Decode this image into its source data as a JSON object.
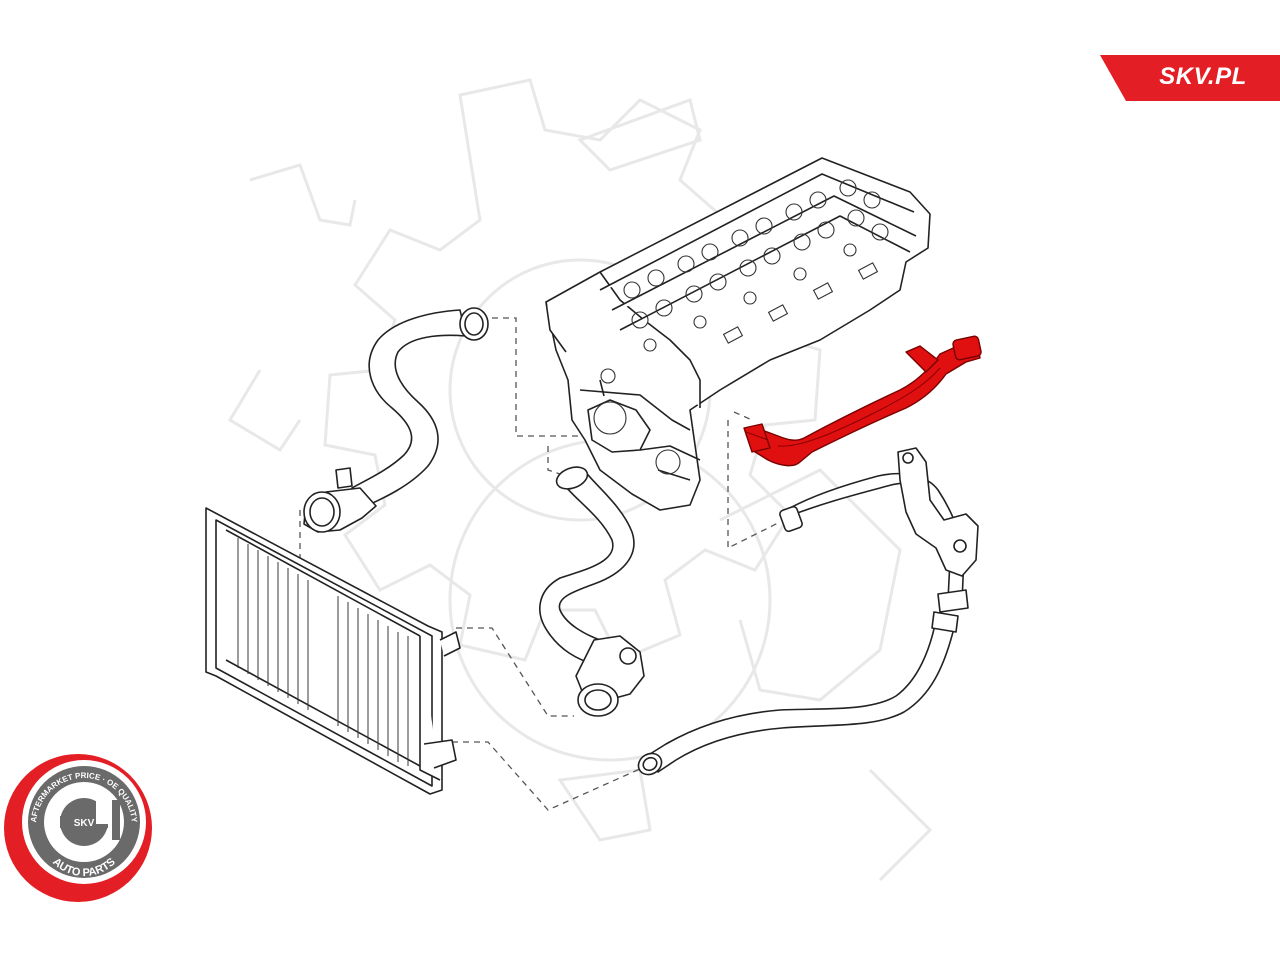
{
  "brand": {
    "site_label": "SKV.PL",
    "tab_color": "#e31e24"
  },
  "badge": {
    "ring_text": "AFTERMARKET PRICE · OE QUALITY",
    "bottom_text": "AUTO PARTS",
    "center_text": "SKV",
    "ring_color": "#e31e24",
    "inner_color": "#555555"
  },
  "diagram": {
    "line_color": "#222222",
    "highlight_color": "#e01010",
    "watermark_color": "#e9e9e9",
    "parts": [
      {
        "name": "cylinder-head",
        "highlighted": false
      },
      {
        "name": "radiator",
        "highlighted": false
      },
      {
        "name": "upper-radiator-hose",
        "highlighted": false
      },
      {
        "name": "lower-radiator-hose",
        "highlighted": false
      },
      {
        "name": "heater-hose-assembly",
        "highlighted": false
      },
      {
        "name": "long-return-hose",
        "highlighted": false
      },
      {
        "name": "coolant-pipe",
        "highlighted": true
      }
    ]
  }
}
